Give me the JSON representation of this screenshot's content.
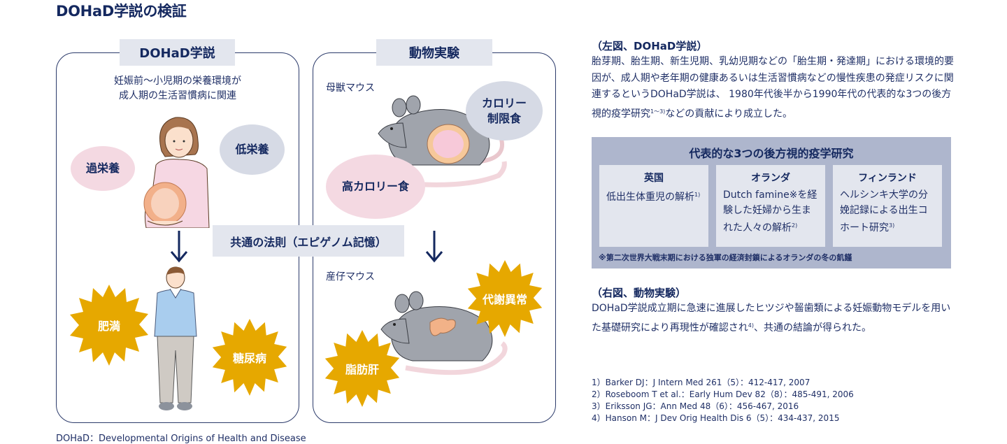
{
  "page_title": "DOHaD学説の検証",
  "left_panel": {
    "label": "DOHaD学説",
    "subtitle_line1": "妊娠前〜小児期の栄養環境が",
    "subtitle_line2": "成人期の生活習慣病に関連",
    "bubble_over_nutrition": "過栄養",
    "bubble_under_nutrition": "低栄養",
    "burst_obesity": "肥満",
    "burst_diabetes": "糖尿病"
  },
  "right_panel": {
    "label": "動物実験",
    "mother_mouse_label": "母獣マウス",
    "bubble_calorie_restricted_line1": "カロリー",
    "bubble_calorie_restricted_line2": "制限食",
    "bubble_high_calorie": "高カロリー食",
    "offspring_mouse_label": "産仔マウス",
    "burst_metabolic": "代謝異常",
    "burst_fatty_liver": "脂肪肝"
  },
  "common_law": "共通の法則（エピゲノム記憶）",
  "footnote_abbrev": "DOHaD：Developmental Origins of Health and Disease",
  "colors": {
    "navy": "#14285f",
    "panel_label_bg": "#e3e6ee",
    "pink": "#f4d9e2",
    "grey_bubble": "#d6dae5",
    "burst_gold": "#e6a800",
    "studies_bg": "#aeb6cd"
  },
  "right_text": {
    "left_fig_heading": "（左図、DOHaD学説）",
    "left_fig_body_1": "胎芽期、胎生期、新生児期、乳幼児期などの「胎生期・発達期」における環境的要因が、成人期や老年期の健康あるいは生活習慣病などの慢性疾患の発症リスクに関連するというDOHaD学説は、 1980年代後半から1990年代の代表的な3つの後方視的疫学研究",
    "left_fig_body_sup": "1〜3)",
    "left_fig_body_2": "などの貢献により成立した。",
    "studies_title": "代表的な3つの後方視的疫学研究",
    "studies": [
      {
        "country": "英国",
        "body": "低出生体重児の解析",
        "sup": "1)"
      },
      {
        "country": "オランダ",
        "body": "Dutch famine※を経験した妊婦から生まれた人々の解析",
        "sup": "2)"
      },
      {
        "country": "フィンランド",
        "body": "ヘルシンキ大学の分娩記録による出生コホート研究",
        "sup": "3)"
      }
    ],
    "studies_note": "※第二次世界大戦末期における独軍の経済封鎖によるオランダの冬の飢饉",
    "right_fig_heading": "（右図、動物実験）",
    "right_fig_body_1": "DOHaD学説成立期に急速に進展したヒツジや齧歯類による妊娠動物モデルを用いた基礎研究により再現性が確認され",
    "right_fig_body_sup": "4)",
    "right_fig_body_2": "、共通の結論が得られた。",
    "references": [
      "1）Barker DJ：J Intern Med 261（5）：412-417, 2007",
      "2）Roseboom T et al.：Early Hum Dev 82（8）：485-491, 2006",
      "3）Eriksson JG：Ann Med 48（6）：456-467, 2016",
      "4）Hanson M：J Dev Orig Health Dis 6（5）：434-437, 2015"
    ]
  }
}
